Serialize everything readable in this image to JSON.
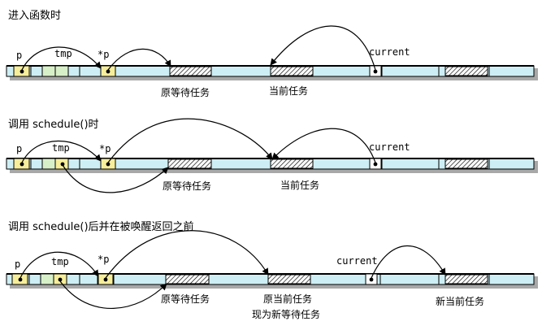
{
  "panels": [
    {
      "heading": "进入函数时",
      "labels": {
        "p": "p",
        "tmp": "tmp",
        "star_p": "*p",
        "current": "current"
      },
      "task_labels": [
        "原等待任务",
        "当前任务"
      ]
    },
    {
      "heading": "调用 schedule()时",
      "labels": {
        "p": "p",
        "tmp": "tmp",
        "star_p": "*p",
        "current": "current"
      },
      "task_labels": [
        "原等待任务",
        "当前任务"
      ]
    },
    {
      "heading": "调用 schedule()后并在被唤醒返回之前",
      "labels": {
        "p": "p",
        "tmp": "tmp",
        "star_p": "*p",
        "current": "current"
      },
      "task_labels": [
        "原等待任务",
        "原当前任务",
        "现为新等待任务",
        "新当前任务"
      ]
    }
  ],
  "colors": {
    "memory_strip": "#cdeef4",
    "variable_cell": "#f6ee9a",
    "tmp_cell": "#d8f0c8",
    "shadow": "#a8a8a8",
    "line": "#000000"
  }
}
